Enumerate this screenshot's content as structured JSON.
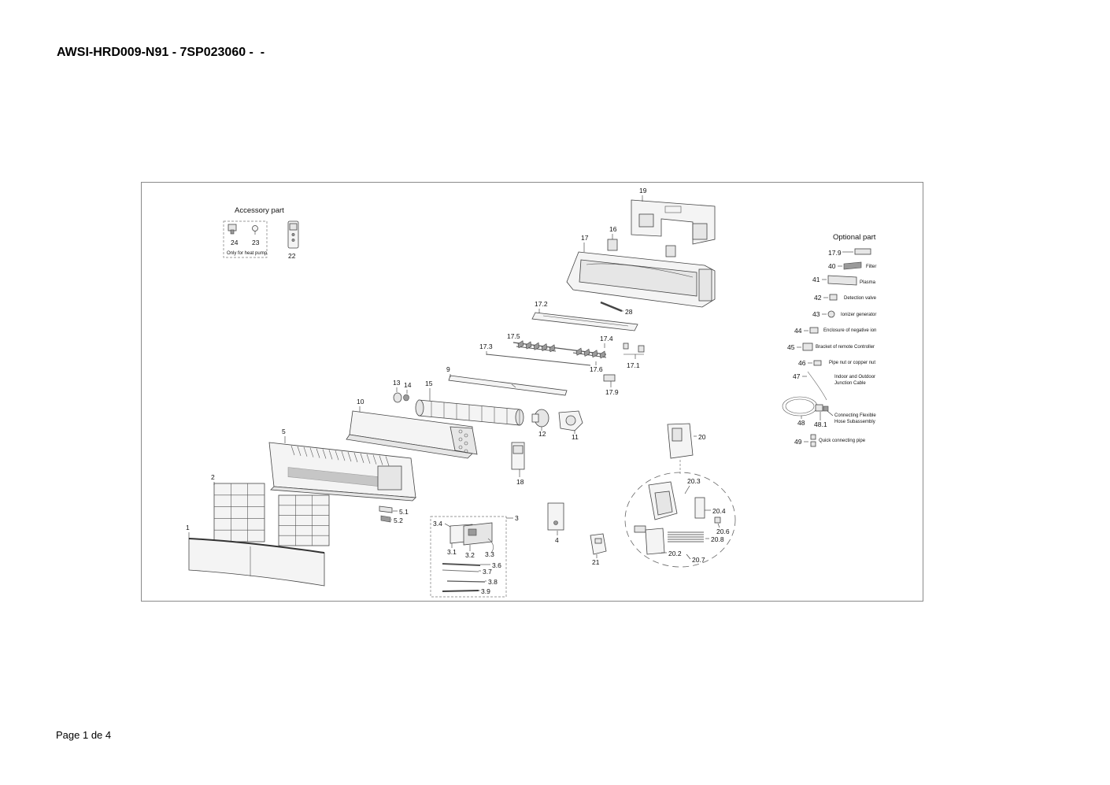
{
  "document": {
    "title": "AWSI-HRD009-N91 - 7SP023060 -  -",
    "footer": "Page 1 de 4"
  },
  "diagram": {
    "accessory_box": {
      "title": "Accessory part",
      "note": "Only for heat pump"
    },
    "optional_box": {
      "title": "Optional part",
      "descriptions": {
        "40": "Filter",
        "41": "Plasma",
        "42": "Detection valve",
        "43": "Ionizer generator",
        "44": "Enclosure of negative ion",
        "45": "Bracket of remote Controller",
        "46": "Pipe nut or copper nut",
        "47a": "Indoor and Outdoor",
        "47b": "Junction Cable",
        "48a": "Connecting Flexible",
        "48b": "Hose Subassembly",
        "49": "Quick connecting pipe"
      }
    },
    "callouts": {
      "c1": "1",
      "c2": "2",
      "c3": "3",
      "c3_1": "3.1",
      "c3_2": "3.2",
      "c3_3": "3.3",
      "c3_4": "3.4",
      "c3_6": "3.6",
      "c3_7": "3.7",
      "c3_8": "3.8",
      "c3_9": "3.9",
      "c4": "4",
      "c5": "5",
      "c5_1": "5.1",
      "c5_2": "5.2",
      "c9": "9",
      "c10": "10",
      "c11": "11",
      "c12": "12",
      "c13": "13",
      "c14": "14",
      "c15": "15",
      "c16": "16",
      "c17": "17",
      "c17_1": "17.1",
      "c17_2": "17.2",
      "c17_3": "17.3",
      "c17_4": "17.4",
      "c17_5": "17.5",
      "c17_6": "17.6",
      "c17_9": "17.9",
      "c17_9_opt": "17.9",
      "c18": "18",
      "c19": "19",
      "c20": "20",
      "c20_2": "20.2",
      "c20_3": "20.3",
      "c20_4": "20.4",
      "c20_6": "20.6",
      "c20_7": "20.7",
      "c20_8": "20.8",
      "c21": "21",
      "c22": "22",
      "c23": "23",
      "c24": "24",
      "c28": "28",
      "c40": "40",
      "c41": "41",
      "c42": "42",
      "c43": "43",
      "c44": "44",
      "c45": "45",
      "c46": "46",
      "c47": "47",
      "c48": "48",
      "c48_1": "48.1",
      "c49": "49"
    }
  }
}
